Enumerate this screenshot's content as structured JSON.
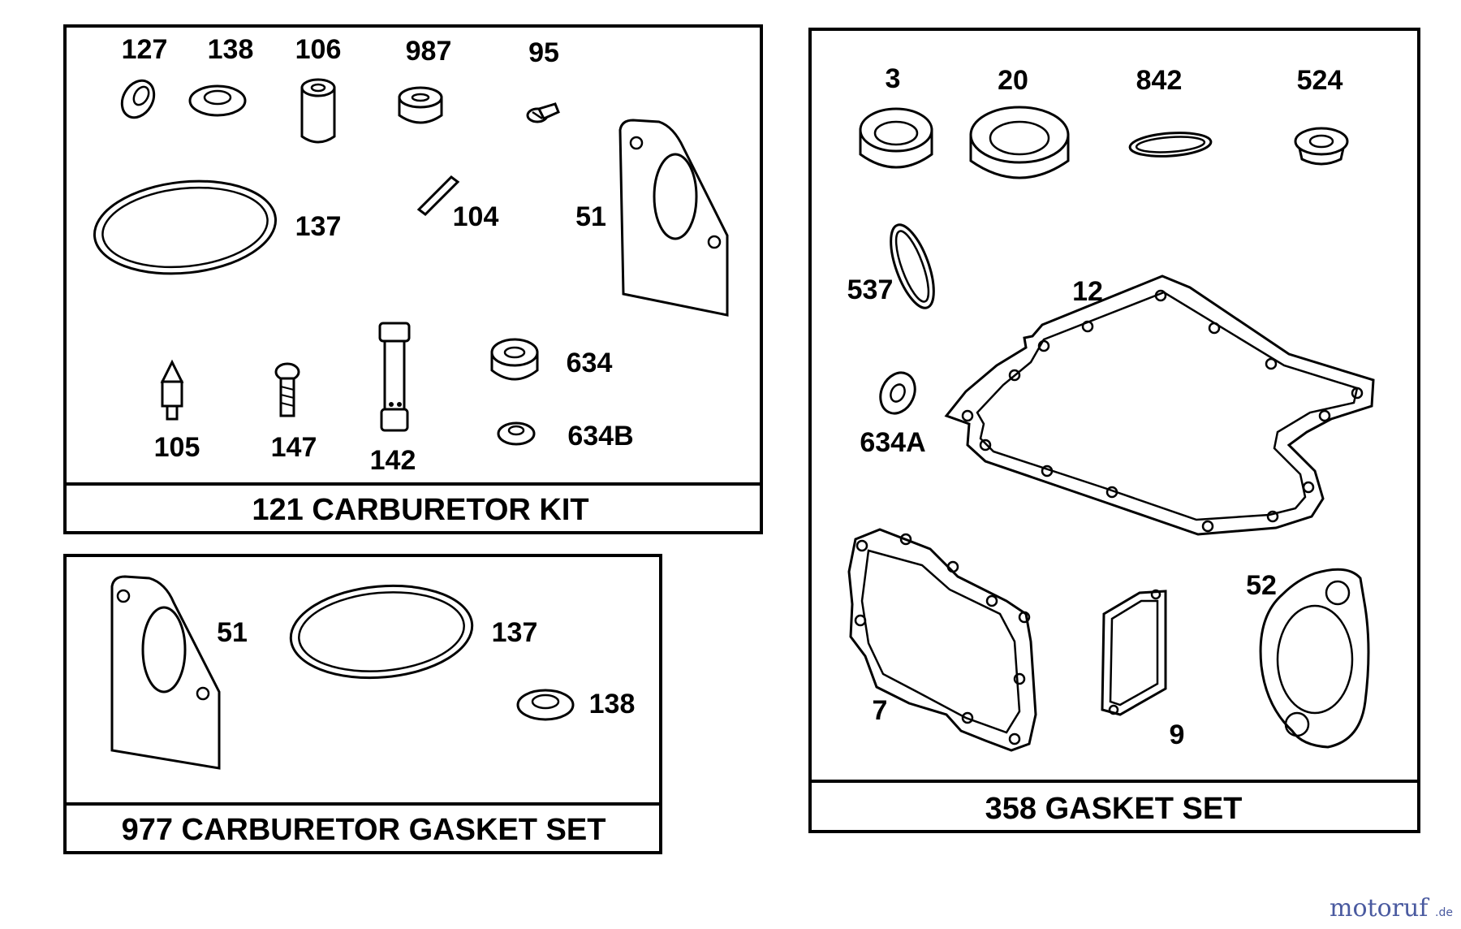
{
  "panels": {
    "carb_kit": {
      "title": "121 CARBURETOR KIT",
      "labels": {
        "p127": "127",
        "p138": "138",
        "p106": "106",
        "p987": "987",
        "p95": "95",
        "p137": "137",
        "p104": "104",
        "p51": "51",
        "p105": "105",
        "p147": "147",
        "p142": "142",
        "p634": "634",
        "p634b": "634B"
      }
    },
    "gasket_set_carb": {
      "title": "977 CARBURETOR GASKET SET",
      "labels": {
        "p51": "51",
        "p137": "137",
        "p138": "138"
      }
    },
    "gasket_set": {
      "title": "358 GASKET SET",
      "labels": {
        "p3": "3",
        "p20": "20",
        "p842": "842",
        "p524": "524",
        "p537": "537",
        "p12": "12",
        "p634a": "634A",
        "p7": "7",
        "p9": "9",
        "p52": "52"
      }
    }
  },
  "watermark": {
    "text": "motoruf",
    "suffix": ".de"
  }
}
